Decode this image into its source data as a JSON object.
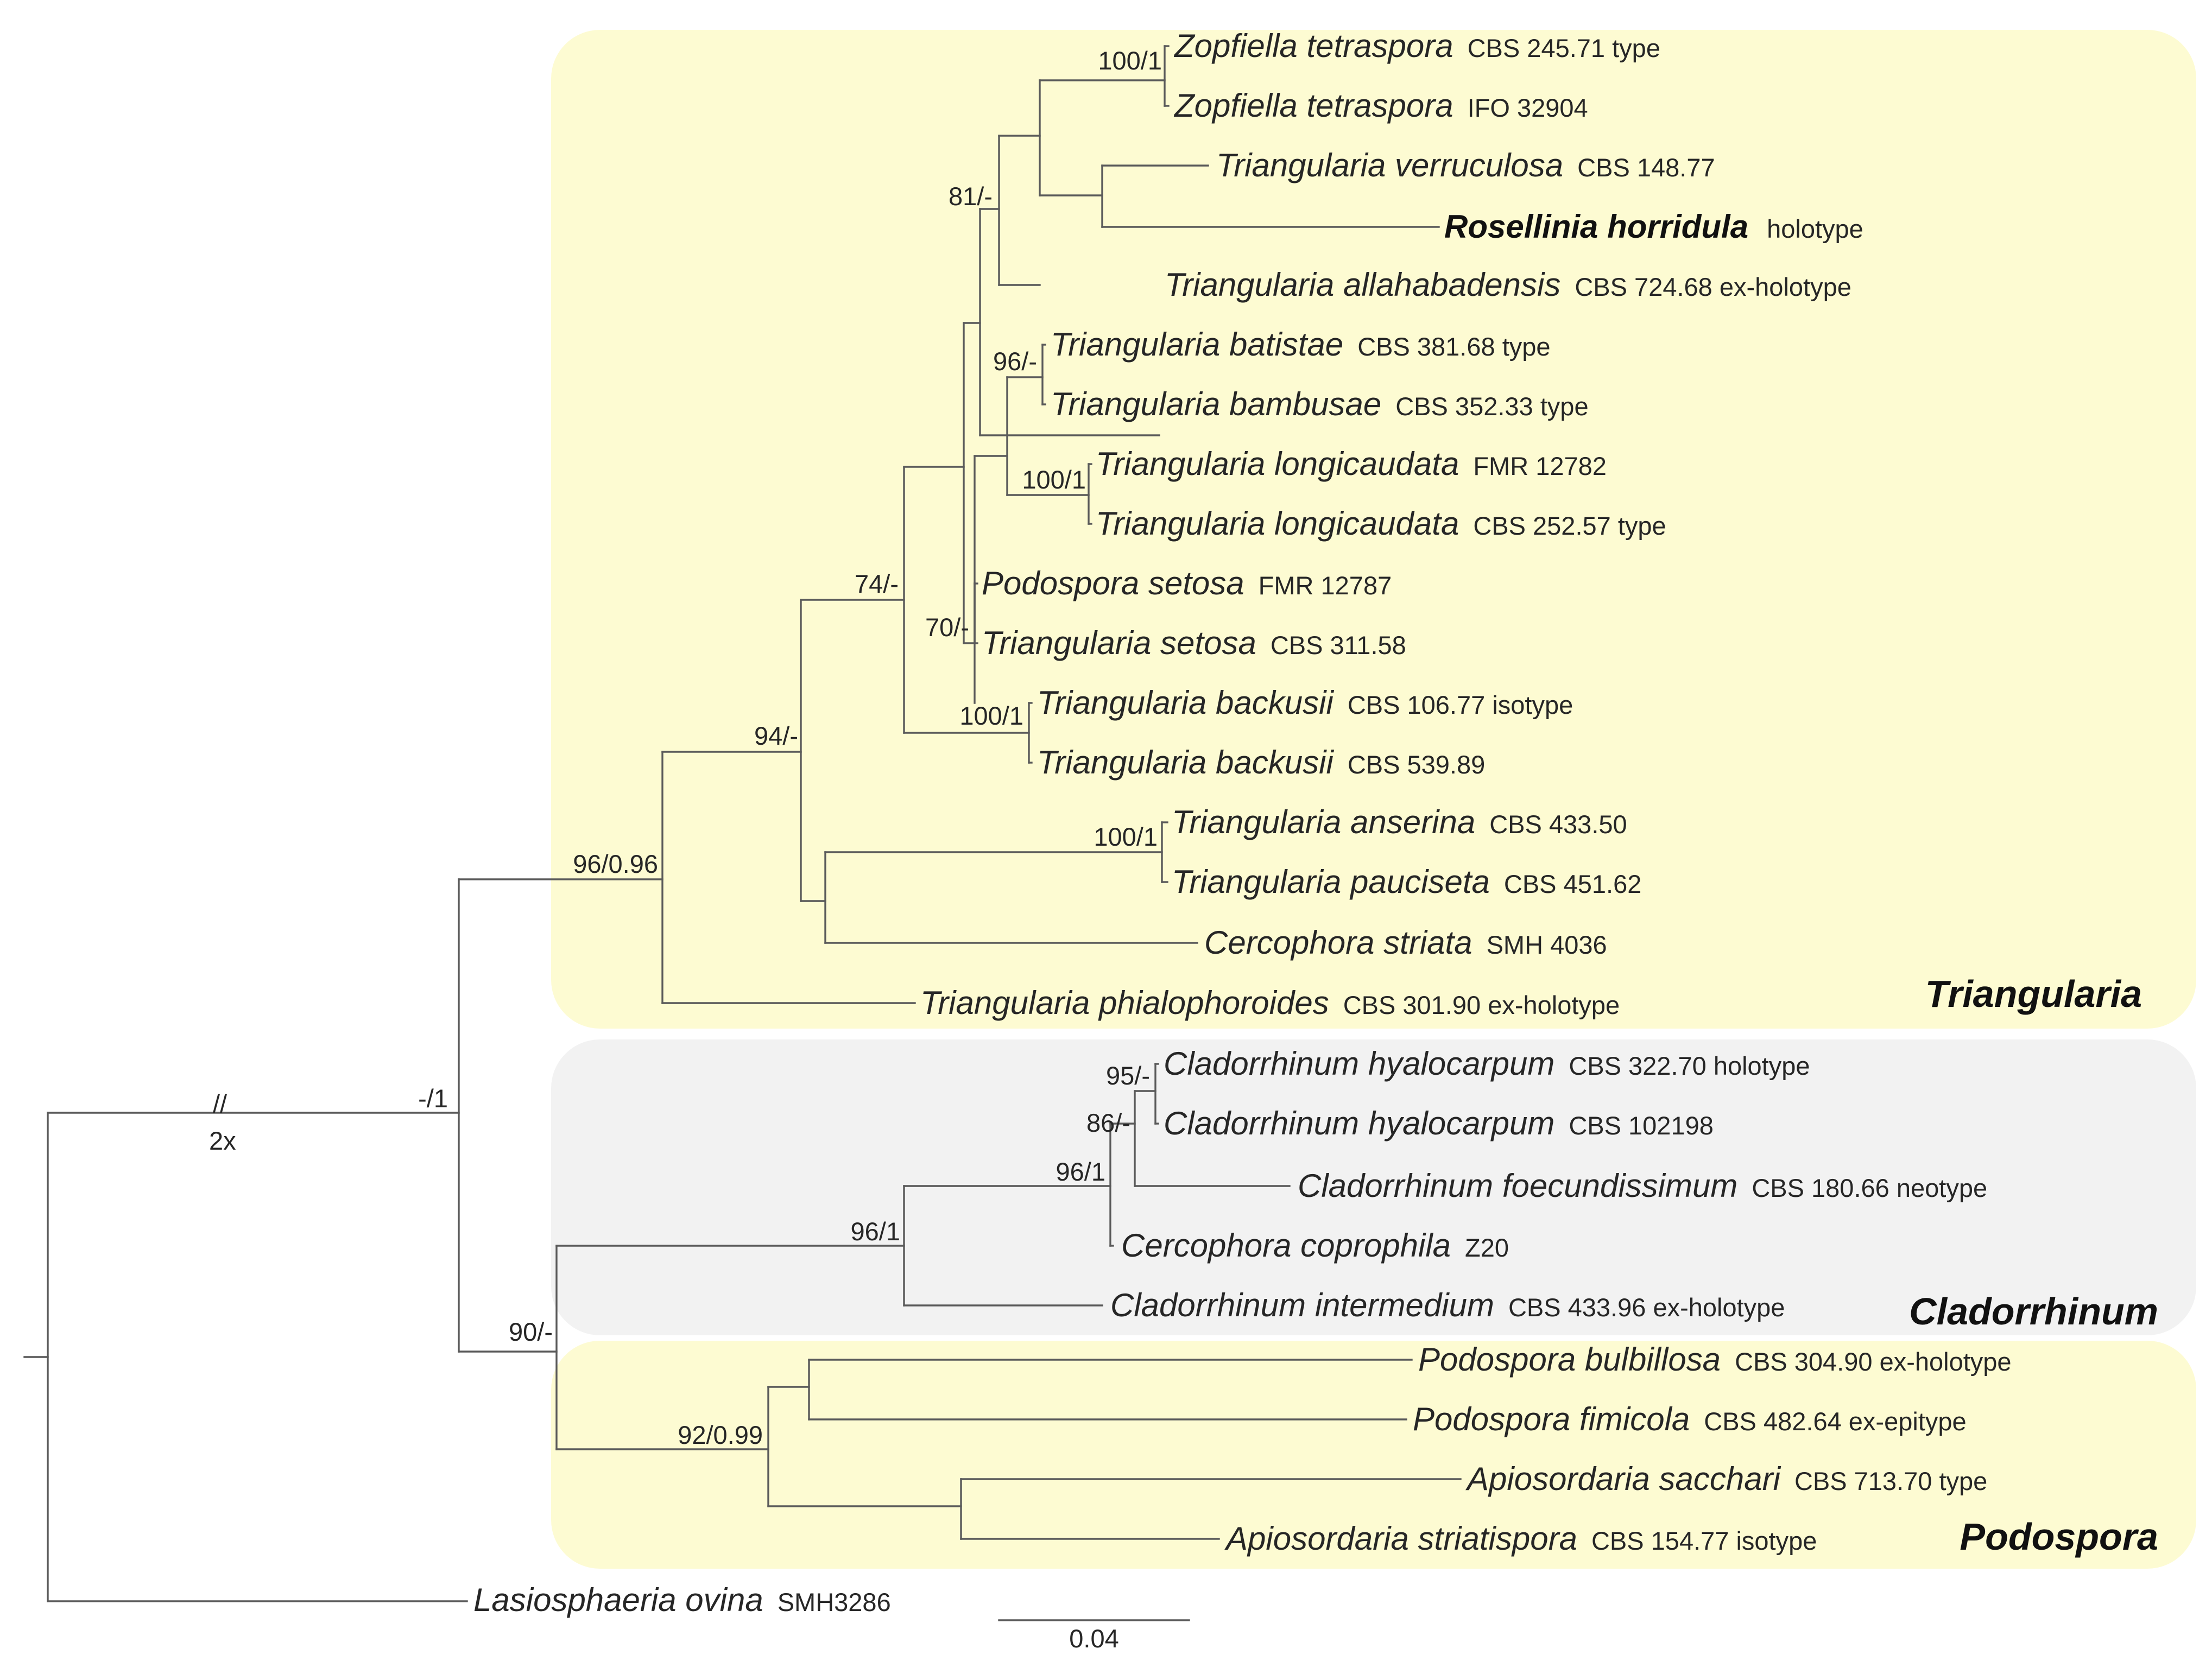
{
  "colors": {
    "triangularia_box": "#fdfbd2",
    "cladorrhinum_box": "#f2f2f2",
    "podospora_box": "#fdfbd2",
    "branch": "#5a5a5a"
  },
  "clades": [
    {
      "name": "Triangularia"
    },
    {
      "name": "Cladorrhinum"
    },
    {
      "name": "Podospora"
    }
  ],
  "taxa": [
    {
      "name": "Zopfiella tetraspora",
      "info": "CBS 245.71  type"
    },
    {
      "name": "Zopfiella tetraspora",
      "info": "IFO 32904"
    },
    {
      "name": "Triangularia verruculosa",
      "info": "CBS 148.77"
    },
    {
      "name": "Rosellinia horridula",
      "info": "holotype",
      "highlight": true
    },
    {
      "name": "Triangularia allahabadensis",
      "info": "CBS 724.68  ex-holotype"
    },
    {
      "name": "Triangularia batistae",
      "info": "CBS 381.68  type"
    },
    {
      "name": "Triangularia bambusae",
      "info": "CBS 352.33  type"
    },
    {
      "name": "Triangularia longicaudata",
      "info": "FMR 12782"
    },
    {
      "name": "Triangularia longicaudata",
      "info": "CBS 252.57  type"
    },
    {
      "name": "Podospora setosa",
      "info": "FMR 12787"
    },
    {
      "name": "Triangularia setosa",
      "info": "CBS 311.58"
    },
    {
      "name": "Triangularia backusii",
      "info": "CBS 106.77  isotype"
    },
    {
      "name": "Triangularia backusii",
      "info": "CBS 539.89"
    },
    {
      "name": "Triangularia anserina",
      "info": "CBS 433.50"
    },
    {
      "name": "Triangularia pauciseta",
      "info": "CBS 451.62"
    },
    {
      "name": "Cercophora striata",
      "info": "SMH 4036"
    },
    {
      "name": "Triangularia phialophoroides",
      "info": "CBS 301.90  ex-holotype"
    },
    {
      "name": "Cladorrhinum hyalocarpum",
      "info": "CBS 322.70  holotype"
    },
    {
      "name": "Cladorrhinum hyalocarpum",
      "info": "CBS 102198"
    },
    {
      "name": "Cladorrhinum foecundissimum",
      "info": "CBS 180.66  neotype"
    },
    {
      "name": "Cercophora coprophila",
      "info": "Z20"
    },
    {
      "name": "Cladorrhinum intermedium",
      "info": "CBS 433.96  ex-holotype"
    },
    {
      "name": "Podospora bulbillosa",
      "info": "CBS 304.90  ex-holotype"
    },
    {
      "name": "Podospora fimicola",
      "info": "CBS 482.64  ex-epitype"
    },
    {
      "name": "Apiosordaria sacchari",
      "info": "CBS 713.70  type"
    },
    {
      "name": "Apiosordaria striatispora",
      "info": "CBS 154.77  isotype"
    },
    {
      "name": "Lasiosphaeria ovina",
      "info": "SMH3286"
    }
  ],
  "supports": [
    "100/1",
    "81/-",
    "96/-",
    "100/1",
    "70/-",
    "74/-",
    "100/1",
    "94/-",
    "100/1",
    "96/0.96",
    "-/1",
    "95/-",
    "86/-",
    "96/1",
    "96/1",
    "90/-",
    "92/0.99"
  ],
  "root_branch": {
    "label": "2x",
    "break_mark": "//"
  },
  "scale_bar": {
    "label": "0.04"
  }
}
